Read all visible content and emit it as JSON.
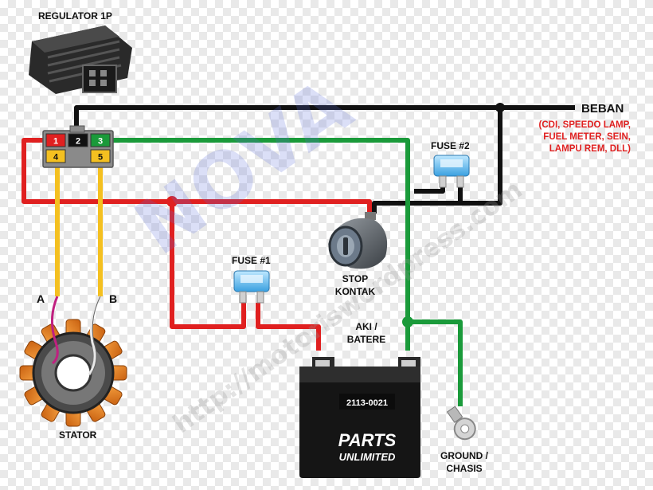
{
  "labels": {
    "regulator": "REGULATOR 1P",
    "beban": "BEBAN",
    "beban_detail": "(CDI, SPEEDO LAMP,\nFUEL METER, SEIN,\nLAMPU REM, DLL)",
    "fuse2": "FUSE #2",
    "fuse1": "FUSE #1",
    "stop_kontak": "STOP\nKONTAK",
    "aki": "AKI /\nBATERE",
    "stator": "STATOR",
    "ground": "GROUND /\nCHASIS",
    "point_a": "A",
    "point_b": "B"
  },
  "connector": {
    "pins": [
      {
        "num": "1",
        "color": "#e02020"
      },
      {
        "num": "2",
        "color": "#111111"
      },
      {
        "num": "3",
        "color": "#1a9a3a"
      },
      {
        "num": "4",
        "color": "#f4c020"
      },
      {
        "num": "5",
        "color": "#f4c020"
      }
    ]
  },
  "battery": {
    "model": "2113-0021",
    "brand_line1": "PARTS",
    "brand_line2": "UNLIMITED"
  },
  "wire_colors": {
    "red": "#e02020",
    "black": "#111111",
    "green": "#1a9a3a",
    "yellow": "#f4c020"
  },
  "watermark": {
    "logo": "NOVA",
    "url": "http://motoriswordpress.com"
  }
}
